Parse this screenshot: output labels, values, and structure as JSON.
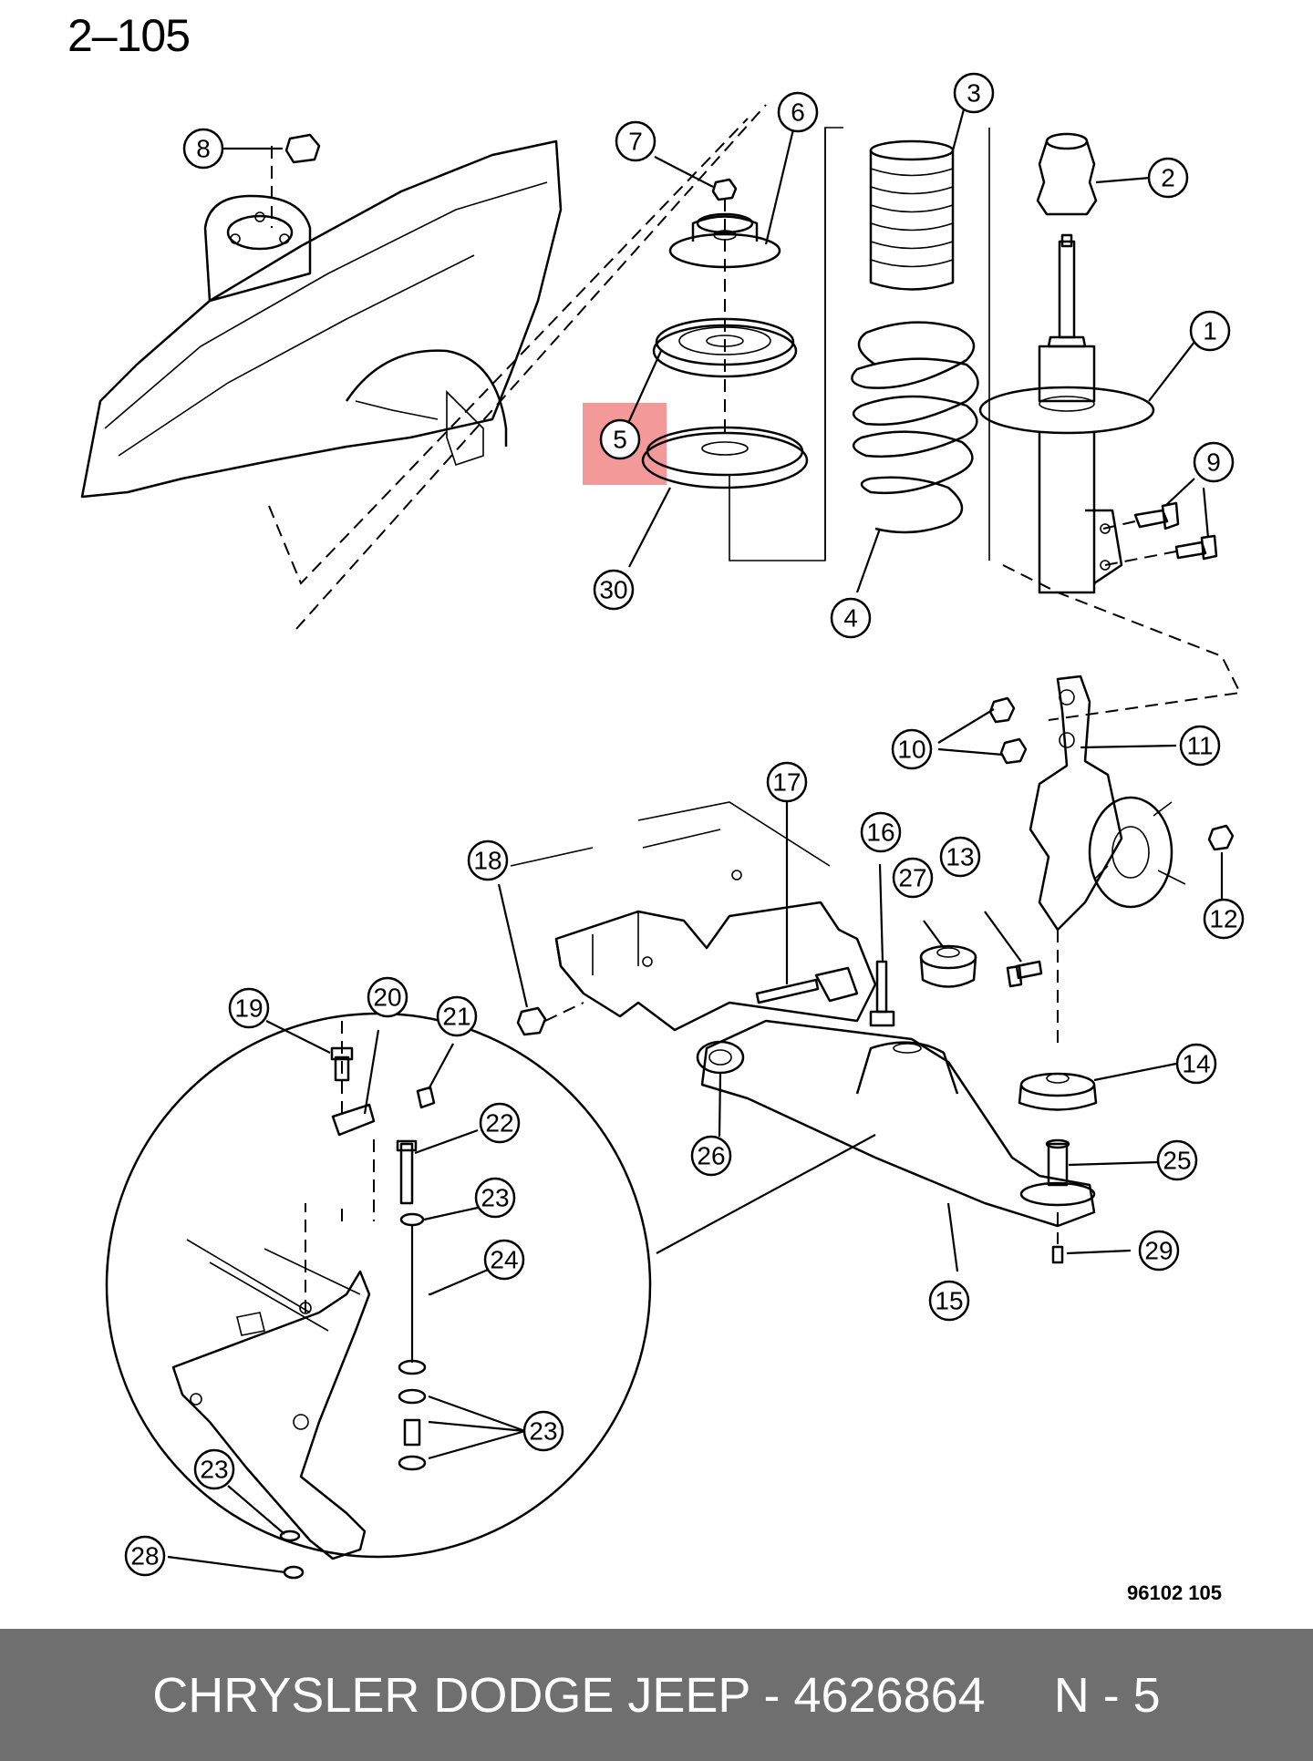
{
  "page_number": "2–105",
  "drawing_code": "96102  105",
  "footer": {
    "text": "CHRYSLER DODGE JEEP - 4626864     N - 5"
  },
  "highlight": {
    "color": "#f08080",
    "target": "5"
  },
  "callouts": [
    "1",
    "2",
    "3",
    "4",
    "5",
    "6",
    "7",
    "8",
    "9",
    "10",
    "11",
    "12",
    "13",
    "14",
    "15",
    "16",
    "17",
    "18",
    "19",
    "20",
    "21",
    "22",
    "23",
    "24",
    "25",
    "26",
    "27",
    "28",
    "29",
    "30"
  ]
}
